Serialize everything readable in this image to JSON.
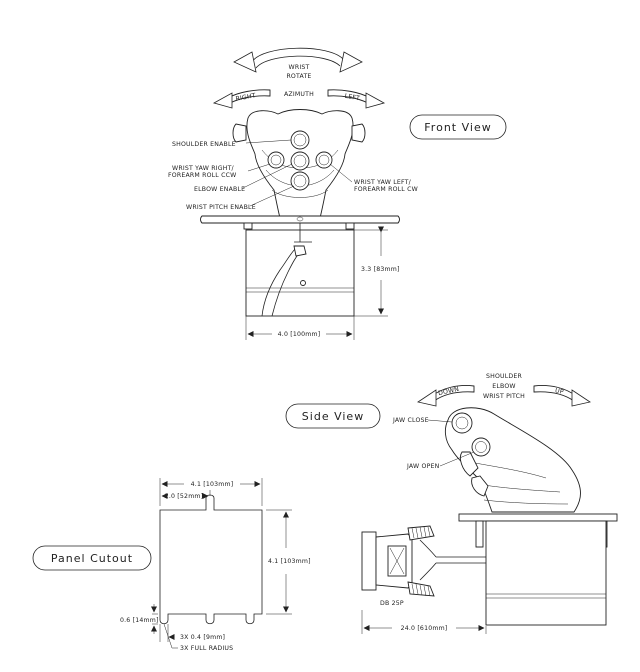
{
  "front_view": {
    "title": "Front View",
    "rotate_label_1": "WRIST",
    "rotate_label_2": "ROTATE",
    "azimuth_label": "AZIMUTH",
    "azimuth_right": "RIGHT",
    "azimuth_left": "LEFT",
    "callouts": {
      "shoulder_enable": "SHOULDER ENABLE",
      "wrist_yaw_right_1": "WRIST YAW RIGHT/",
      "wrist_yaw_right_2": "FOREARM ROLL CCW",
      "elbow_enable": "ELBOW ENABLE",
      "wrist_pitch_enable": "WRIST PITCH ENABLE",
      "wrist_yaw_left_1": "WRIST YAW LEFT/",
      "wrist_yaw_left_2": "FOREARM ROLL CW"
    },
    "dim_height": "3.3 [83mm]",
    "dim_width": "4.0 [100mm]"
  },
  "side_view": {
    "title": "Side View",
    "motion_1": "SHOULDER",
    "motion_2": "ELBOW",
    "motion_3": "WRIST PITCH",
    "down_label": "DOWN",
    "up_label": "UP",
    "jaw_close": "JAW CLOSE",
    "jaw_open": "JAW OPEN",
    "connector": "DB 25P",
    "dim_length": "24.0 [610mm]"
  },
  "panel_cutout": {
    "title": "Panel Cutout",
    "dim_width": "4.1 [103mm]",
    "dim_half": "2.0 [52mm]",
    "dim_height": "4.1 [103mm]",
    "dim_tab": "0.6 [14mm]",
    "dim_slot": "3X 0.4 [9mm]",
    "dim_radius": "3X FULL RADIUS"
  }
}
